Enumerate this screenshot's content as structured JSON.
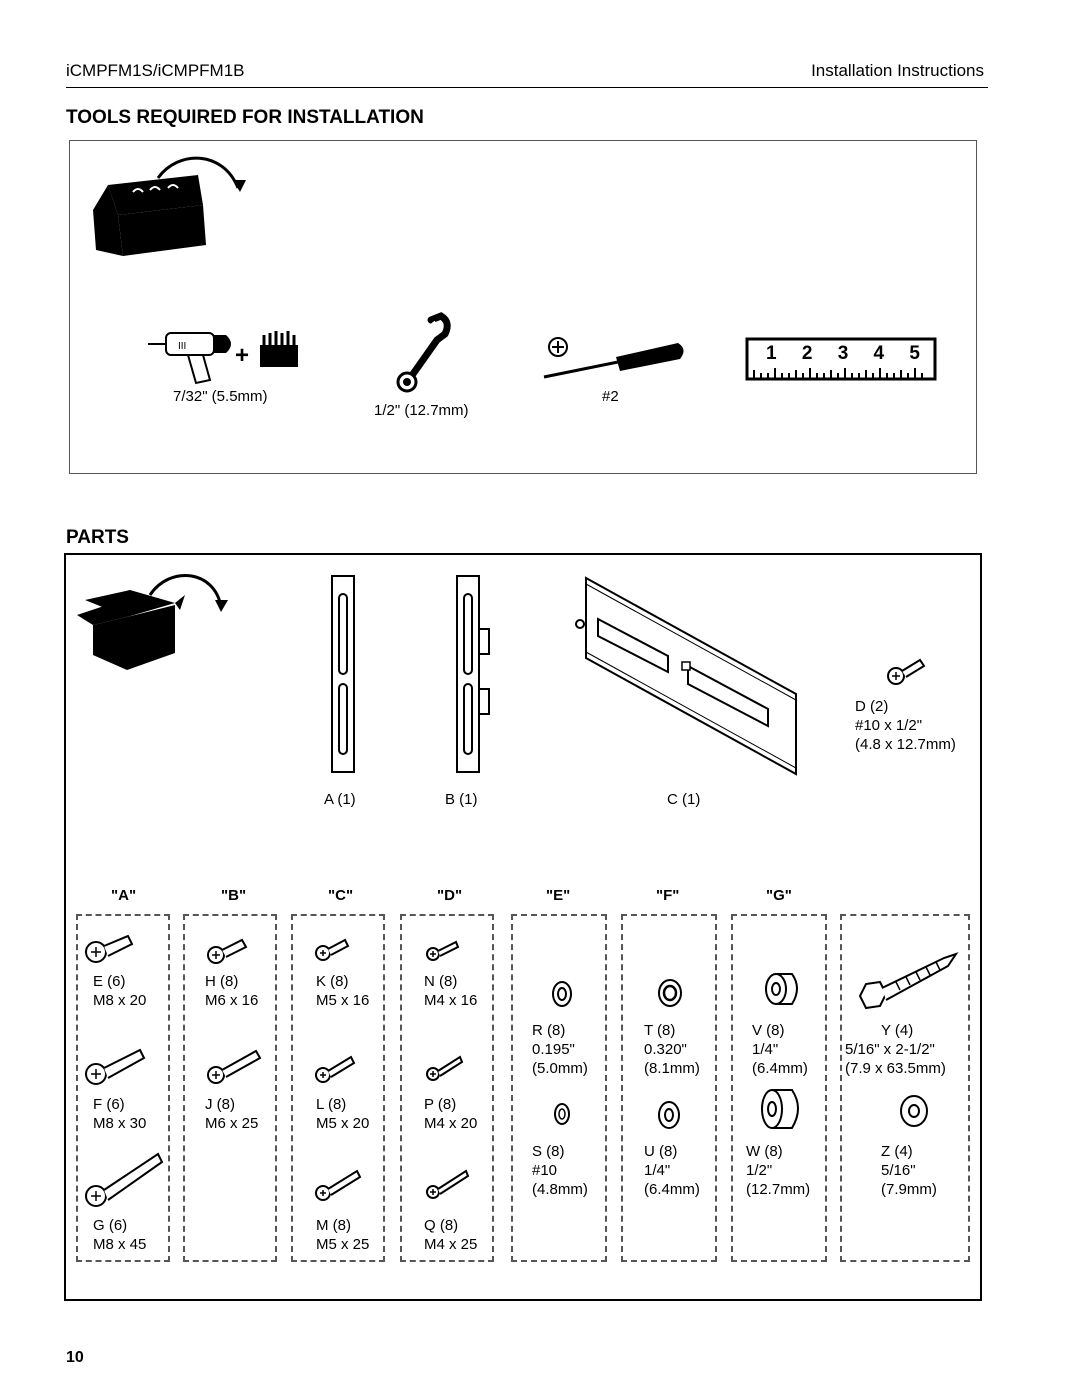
{
  "header": {
    "model": "iCMPFM1S/iCMPFM1B",
    "doc_type": "Installation Instructions"
  },
  "tools": {
    "title": "TOOLS REQUIRED FOR INSTALLATION",
    "drill_label": "7/32\" (5.5mm)",
    "wrench_label": "1/2\" (12.7mm)",
    "screwdriver_label": "#2",
    "ruler_digits": "1 2 3 4 5"
  },
  "parts": {
    "title": "PARTS",
    "a": "A (1)",
    "b": "B (1)",
    "c": "C (1)",
    "d": {
      "name": "D (2)",
      "size": "#10 x 1/2\"",
      "metric": "(4.8 x 12.7mm)"
    }
  },
  "columns": [
    "\"A\"",
    "\"B\"",
    "\"C\"",
    "\"D\"",
    "\"E\"",
    "\"F\"",
    "\"G\""
  ],
  "hardware": {
    "e": {
      "id": "E (6)",
      "size": "M8 x 20"
    },
    "f": {
      "id": "F (6)",
      "size": "M8 x 30"
    },
    "g": {
      "id": "G (6)",
      "size": "M8 x 45"
    },
    "h": {
      "id": "H (8)",
      "size": "M6 x 16"
    },
    "j": {
      "id": "J (8)",
      "size": "M6 x 25"
    },
    "k": {
      "id": "K (8)",
      "size": "M5 x 16"
    },
    "l": {
      "id": "L (8)",
      "size": "M5 x 20"
    },
    "m": {
      "id": "M (8)",
      "size": "M5 x 25"
    },
    "n": {
      "id": "N (8)",
      "size": "M4 x 16"
    },
    "p": {
      "id": "P (8)",
      "size": "M4 x 20"
    },
    "q": {
      "id": "Q (8)",
      "size": "M4 x 25"
    },
    "r": {
      "id": "R (8)",
      "size": "0.195\"",
      "metric": "(5.0mm)"
    },
    "s": {
      "id": "S (8)",
      "size": "#10",
      "metric": "(4.8mm)"
    },
    "t": {
      "id": "T (8)",
      "size": "0.320\"",
      "metric": "(8.1mm)"
    },
    "u": {
      "id": "U (8)",
      "size": "1/4\"",
      "metric": "(6.4mm)"
    },
    "v": {
      "id": "V (8)",
      "size": "1/4\"",
      "metric": "(6.4mm)"
    },
    "w": {
      "id": "W (8)",
      "size": "1/2\"",
      "metric": "(12.7mm)"
    },
    "y": {
      "id": "Y (4)",
      "size": "5/16\" x 2-1/2\"",
      "metric": "(7.9 x 63.5mm)"
    },
    "z": {
      "id": "Z (4)",
      "size": "5/16\"",
      "metric": "(7.9mm)"
    }
  },
  "page_number": "10"
}
